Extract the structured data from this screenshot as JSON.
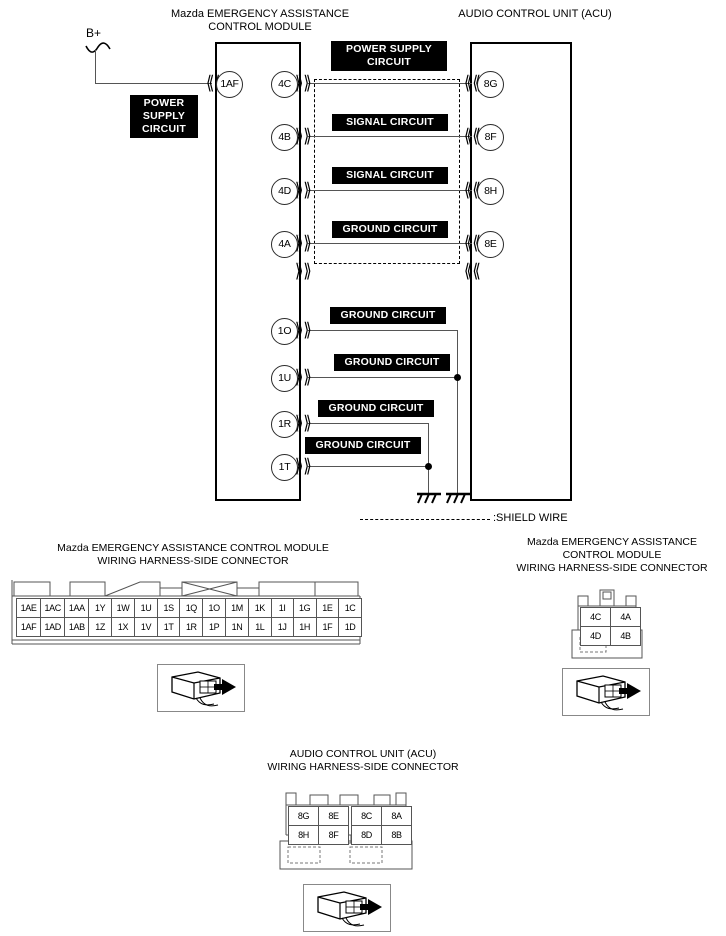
{
  "diagram": {
    "titles": {
      "module": "Mazda EMERGENCY ASSISTANCE\nCONTROL MODULE",
      "acu": "AUDIO CONTROL UNIT (ACU)"
    },
    "power_source_label": "B+",
    "power_supply_block": "POWER\nSUPPLY\nCIRCUIT",
    "shield_wire_legend": ":SHIELD WIRE",
    "circuits": [
      {
        "label": "POWER SUPPLY\nCIRCUIT",
        "left_pin": "4C",
        "right_pin": "8G"
      },
      {
        "label": "SIGNAL CIRCUIT",
        "left_pin": "4B",
        "right_pin": "8F"
      },
      {
        "label": "SIGNAL CIRCUIT",
        "left_pin": "4D",
        "right_pin": "8H"
      },
      {
        "label": "GROUND CIRCUIT",
        "left_pin": "4A",
        "right_pin": "8E"
      },
      {
        "label": "GROUND CIRCUIT",
        "left_pin": "1O",
        "right_pin": ""
      },
      {
        "label": "GROUND CIRCUIT",
        "left_pin": "1U",
        "right_pin": ""
      },
      {
        "label": "GROUND CIRCUIT",
        "left_pin": "1R",
        "right_pin": ""
      },
      {
        "label": "GROUND CIRCUIT",
        "left_pin": "1T",
        "right_pin": ""
      }
    ],
    "battery_pin": "1AF"
  },
  "connectors": [
    {
      "id": "module-24pin",
      "caption": "Mazda EMERGENCY ASSISTANCE CONTROL MODULE\nWIRING HARNESS-SIDE CONNECTOR",
      "rows": [
        [
          "1AE",
          "1AC",
          "1AA",
          "1Y",
          "1W",
          "1U",
          "1S",
          "1Q",
          "1O",
          "1M",
          "1K",
          "1I",
          "1G",
          "1E",
          "1C"
        ],
        [
          "1AF",
          "1AD",
          "1AB",
          "1Z",
          "1X",
          "1V",
          "1T",
          "1R",
          "1P",
          "1N",
          "1L",
          "1J",
          "1H",
          "1F",
          "1D"
        ]
      ]
    },
    {
      "id": "module-4pin",
      "caption": "Mazda EMERGENCY ASSISTANCE\nCONTROL MODULE\nWIRING HARNESS-SIDE CONNECTOR",
      "rows": [
        [
          "4C",
          "4A"
        ],
        [
          "4D",
          "4B"
        ]
      ]
    },
    {
      "id": "acu-8pin",
      "caption": "AUDIO CONTROL UNIT (ACU)\nWIRING HARNESS-SIDE CONNECTOR",
      "rows": [
        [
          "8G",
          "8E",
          "8C",
          "8A"
        ],
        [
          "8H",
          "8F",
          "8D",
          "8B"
        ]
      ]
    }
  ],
  "colors": {
    "wire": "#555555",
    "ink": "#000000",
    "label_bg": "#000000",
    "label_fg": "#ffffff"
  }
}
